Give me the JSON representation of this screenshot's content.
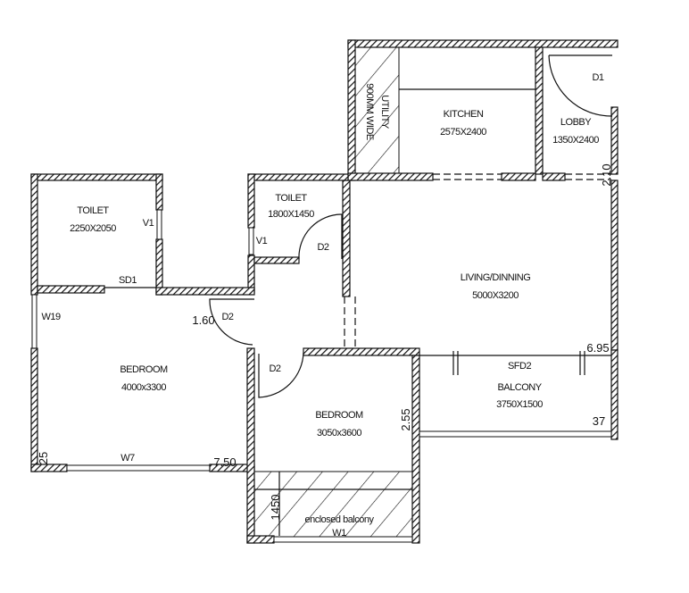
{
  "rooms": {
    "utility": {
      "name": "900MM WIDE",
      "sub": "UTILITY"
    },
    "kitchen": {
      "name": "KITCHEN",
      "size": "2575X2400"
    },
    "lobby": {
      "name": "LOBBY",
      "size": "1350X2400"
    },
    "toilet1": {
      "name": "TOILET",
      "size": "2250X2050"
    },
    "toilet2": {
      "name": "TOILET",
      "size": "1800X1450"
    },
    "living": {
      "name": "LIVING/DINNING",
      "size": "5000X3200"
    },
    "bedroom1": {
      "name": "BEDROOM",
      "size": "4000x3300"
    },
    "bedroom2": {
      "name": "BEDROOM",
      "size": "3050x3600"
    },
    "balcony": {
      "name": "BALCONY",
      "size": "3750X1500"
    },
    "enclosed_balcony": {
      "name": "enclosed balcony",
      "tag": "W1"
    }
  },
  "tags": {
    "d1": "D1",
    "v1_left": "V1",
    "v1_mid": "V1",
    "d2_toilet": "D2",
    "sd1": "SD1",
    "w19": "W19",
    "d2_corridor": "D2",
    "d2_bedroom": "D2",
    "w7": "W7",
    "sfd2": "SFD2"
  },
  "dimensions": {
    "d_210": "2.10",
    "d_160": "1.60",
    "d_695": "6.95",
    "d_37": "37",
    "d_255": "2.55",
    "d_750": "7.50",
    "d_25": "25",
    "d_1450": "1450"
  }
}
